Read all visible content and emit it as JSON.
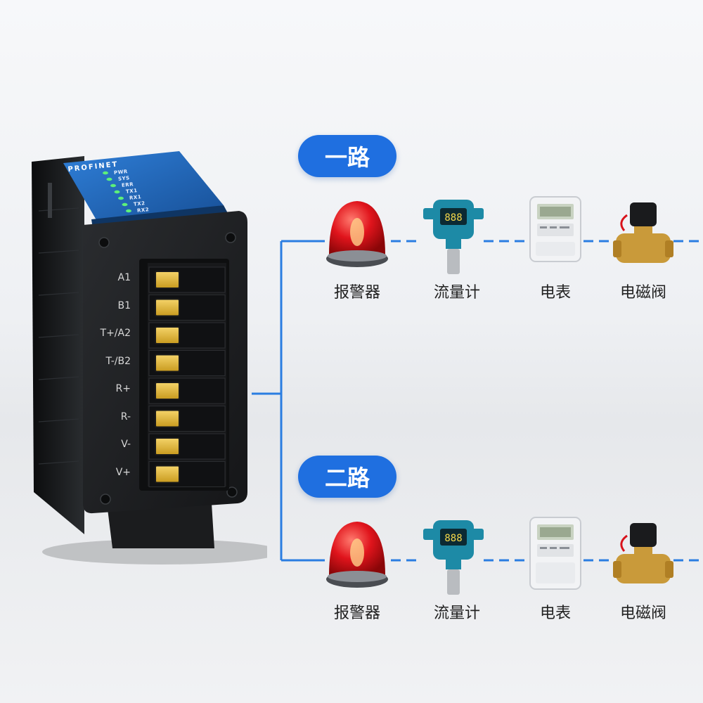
{
  "device": {
    "brand": "PROFINET",
    "leds": [
      "PWR",
      "SYS",
      "ERR",
      "TX1",
      "RX1",
      "TX2",
      "RX2"
    ],
    "terminals": [
      "A1",
      "B1",
      "T+/A2",
      "T-/B2",
      "R+",
      "R-",
      "V-",
      "V+"
    ]
  },
  "channels": [
    {
      "label": "一路",
      "devices": [
        "报警器",
        "流量计",
        "电表",
        "电磁阀"
      ]
    },
    {
      "label": "二路",
      "devices": [
        "报警器",
        "流量计",
        "电表",
        "电磁阀"
      ]
    }
  ],
  "colors": {
    "accent": "#1f6fe0",
    "line": "#2a7de1",
    "panel": "#1d5fb0",
    "housing": "#141618",
    "alarm_red": "#d8121b",
    "meter_teal": "#1d8aa6",
    "valve_gold": "#c99a3a"
  }
}
